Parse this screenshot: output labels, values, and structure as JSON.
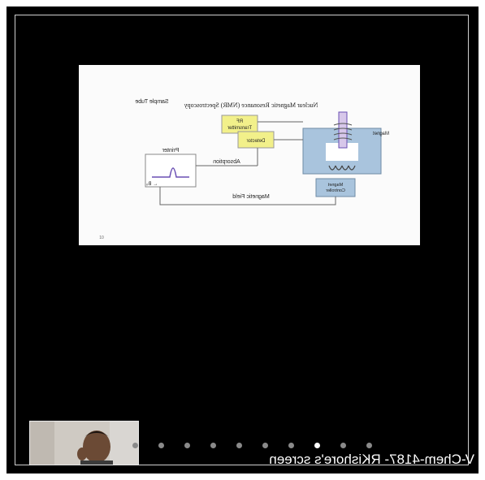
{
  "slide": {
    "title": "Nuclear Magnetic Resonance (NMR) Spectroscopy",
    "labels": {
      "sample_tube": "Sample Tube",
      "magnet": "Magnet",
      "rf_transmitter_line1": "RF",
      "rf_transmitter_line2": "Transmitter",
      "detector": "Detector",
      "printer": "Printer",
      "absorption": "Absorption",
      "magnetic_field": "Magnetic Field",
      "magnet_controller_line1": "Magnet",
      "magnet_controller_line2": "Controller",
      "axis_label": "← B₀",
      "slide_number": "10"
    }
  },
  "participant": {
    "thumbnail_name": "participant-video"
  },
  "pager": {
    "count": 10,
    "active_index": 7
  },
  "share_label": "V-Chem-4187- RKishore's screen",
  "colors": {
    "frame": "#000000",
    "slide_bg": "#fbfbfb",
    "magnet_blue": "#a9c4dd",
    "box_yellow": "#f2f08a",
    "peak_purple": "#6a4fb3"
  }
}
